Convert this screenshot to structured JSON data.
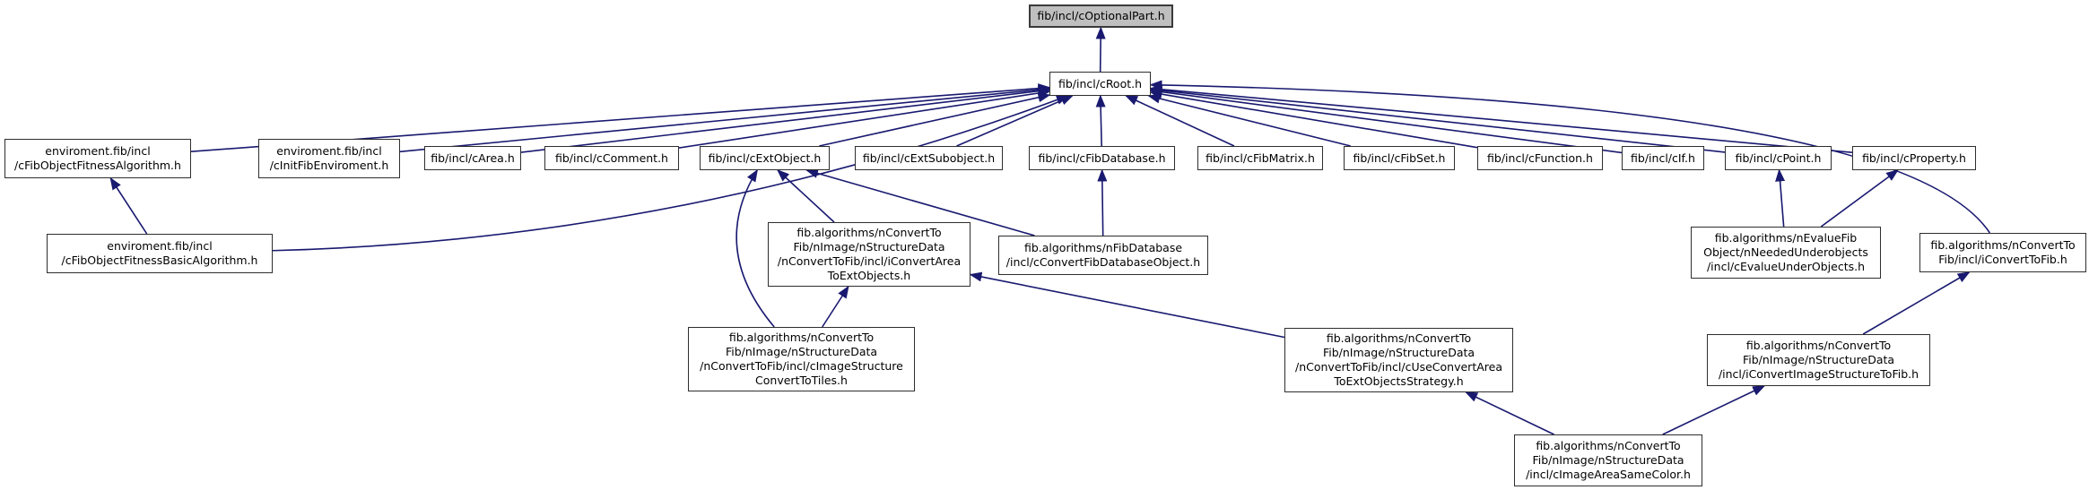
{
  "diagram": {
    "type": "include-dependency-graph",
    "background_color": "#ffffff",
    "edge_color": "#191970",
    "node_fill": "#ffffff",
    "node_border_color": "#2e2e2e",
    "subject_node_fill": "#bfbfbf",
    "nodes": {
      "opt": {
        "label": "fib/incl/cOptionalPart.h"
      },
      "root": {
        "label": "fib/incl/cRoot.h"
      },
      "fitAlg": {
        "label": "enviroment.fib/incl\n/cFibObjectFitnessAlgorithm.h"
      },
      "initEnv": {
        "label": "enviroment.fib/incl\n/cInitFibEnviroment.h"
      },
      "area": {
        "label": "fib/incl/cArea.h"
      },
      "comment": {
        "label": "fib/incl/cComment.h"
      },
      "extObj": {
        "label": "fib/incl/cExtObject.h"
      },
      "extSub": {
        "label": "fib/incl/cExtSubobject.h"
      },
      "fibDb": {
        "label": "fib/incl/cFibDatabase.h"
      },
      "fibMatrix": {
        "label": "fib/incl/cFibMatrix.h"
      },
      "fibSet": {
        "label": "fib/incl/cFibSet.h"
      },
      "function": {
        "label": "fib/incl/cFunction.h"
      },
      "cif": {
        "label": "fib/incl/cIf.h"
      },
      "point": {
        "label": "fib/incl/cPoint.h"
      },
      "property": {
        "label": "fib/incl/cProperty.h"
      },
      "fitBasic": {
        "label": "enviroment.fib/incl\n/cFibObjectFitnessBasicAlgorithm.h"
      },
      "iConvArea": {
        "label": "fib.algorithms/nConvertTo\nFib/nImage/nStructureData\n/nConvertToFib/incl/iConvertArea\nToExtObjects.h"
      },
      "convDbObj": {
        "label": "fib.algorithms/nFibDatabase\n/incl/cConvertFibDatabaseObject.h"
      },
      "evalUnder": {
        "label": "fib.algorithms/nEvalueFib\nObject/nNeededUnderobjects\n/incl/cEvalueUnderObjects.h"
      },
      "iConvFib": {
        "label": "fib.algorithms/nConvertTo\nFib/incl/iConvertToFib.h"
      },
      "tiles": {
        "label": "fib.algorithms/nConvertTo\nFib/nImage/nStructureData\n/nConvertToFib/incl/cImageStructure\nConvertToTiles.h"
      },
      "useStrategy": {
        "label": "fib.algorithms/nConvertTo\nFib/nImage/nStructureData\n/nConvertToFib/incl/cUseConvertArea\nToExtObjectsStrategy.h"
      },
      "iConvImg": {
        "label": "fib.algorithms/nConvertTo\nFib/nImage/nStructureData\n/incl/iConvertImageStructureToFib.h"
      },
      "imgArea": {
        "label": "fib.algorithms/nConvertTo\nFib/nImage/nStructureData\n/incl/cImageAreaSameColor.h"
      }
    },
    "edges": [
      {
        "from": "root",
        "to": "opt"
      },
      {
        "from": "fitAlg",
        "to": "root"
      },
      {
        "from": "initEnv",
        "to": "root"
      },
      {
        "from": "area",
        "to": "root"
      },
      {
        "from": "comment",
        "to": "root"
      },
      {
        "from": "extObj",
        "to": "root"
      },
      {
        "from": "extSub",
        "to": "root"
      },
      {
        "from": "fibDb",
        "to": "root"
      },
      {
        "from": "fibMatrix",
        "to": "root"
      },
      {
        "from": "fibSet",
        "to": "root"
      },
      {
        "from": "function",
        "to": "root"
      },
      {
        "from": "cif",
        "to": "root"
      },
      {
        "from": "point",
        "to": "root"
      },
      {
        "from": "property",
        "to": "root"
      },
      {
        "from": "fitBasic",
        "to": "fitAlg"
      },
      {
        "from": "fitBasic",
        "to": "root",
        "ctrl": [
          760,
          268
        ]
      },
      {
        "from": "iConvFib",
        "to": "root",
        "ctrl": [
          2120,
          112
        ]
      },
      {
        "from": "iConvArea",
        "to": "extObj"
      },
      {
        "from": "convDbObj",
        "to": "extObj"
      },
      {
        "from": "convDbObj",
        "to": "fibDb"
      },
      {
        "from": "evalUnder",
        "to": "point"
      },
      {
        "from": "evalUnder",
        "to": "property"
      },
      {
        "from": "tiles",
        "to": "extObj",
        "ctrl": [
          790,
          278
        ]
      },
      {
        "from": "tiles",
        "to": "iConvArea"
      },
      {
        "from": "useStrategy",
        "to": "iConvArea"
      },
      {
        "from": "iConvImg",
        "to": "iConvFib"
      },
      {
        "from": "imgArea",
        "to": "useStrategy"
      },
      {
        "from": "imgArea",
        "to": "iConvImg"
      }
    ]
  }
}
